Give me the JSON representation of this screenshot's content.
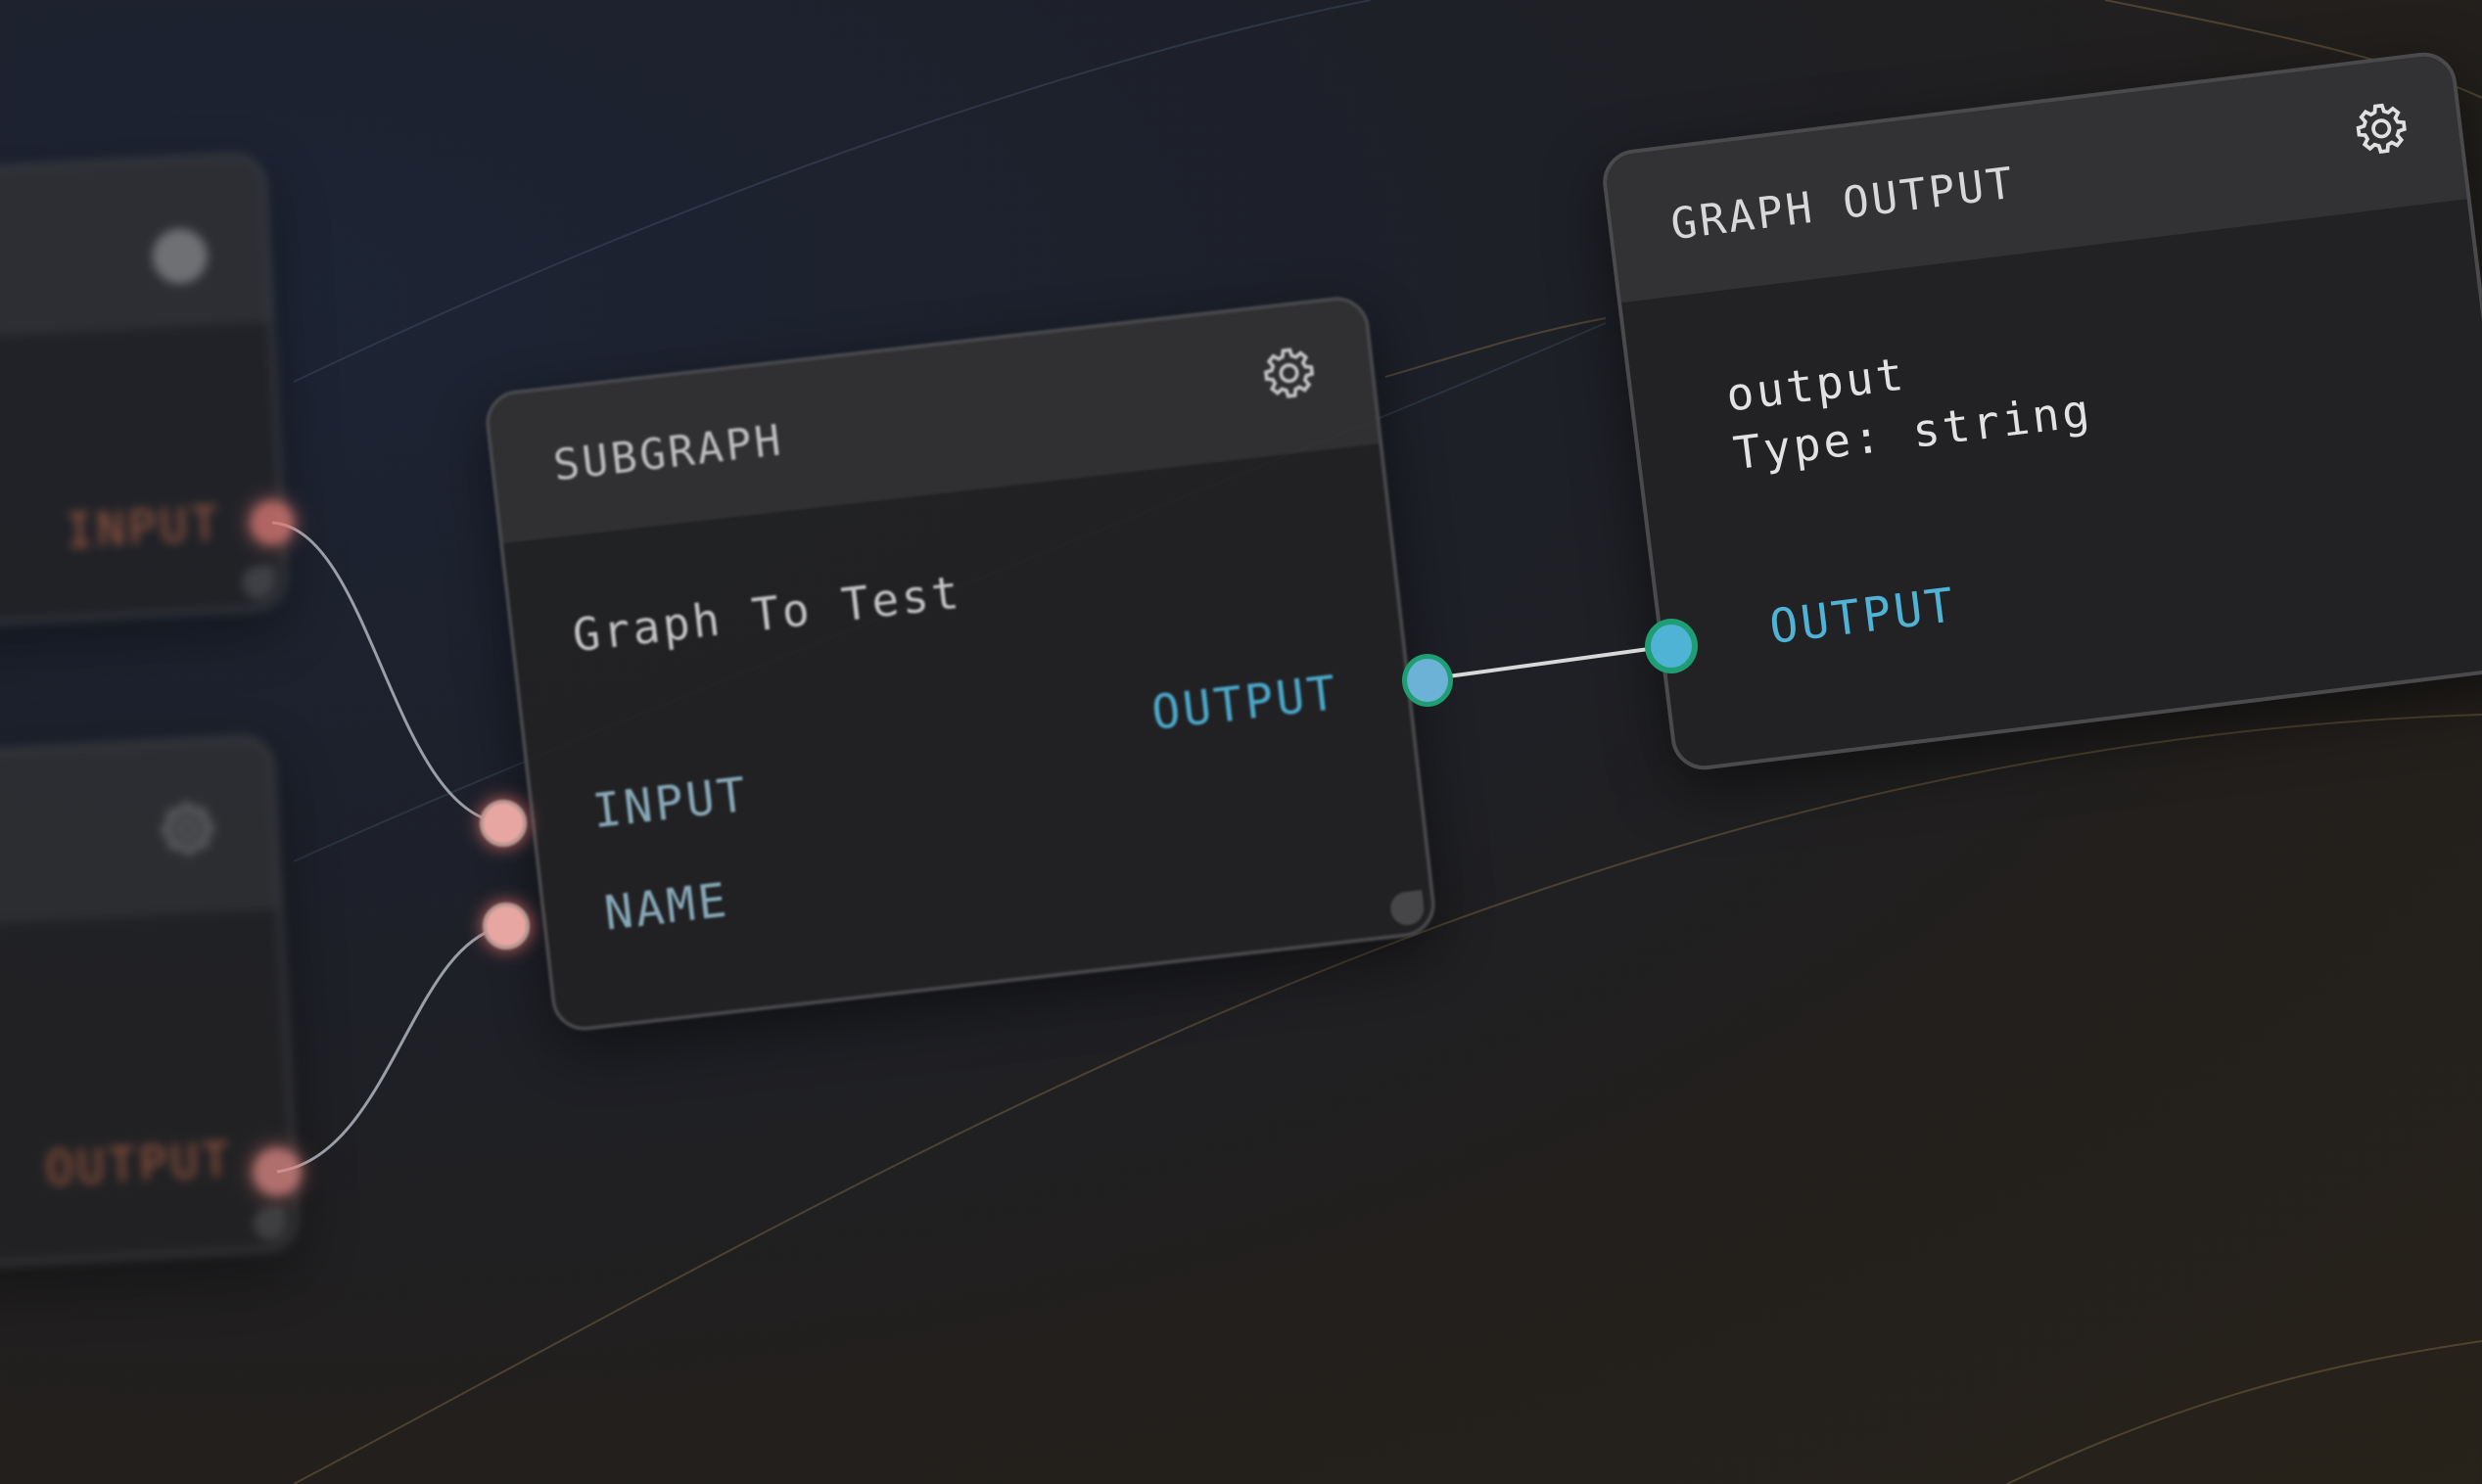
{
  "colors": {
    "input_port": "#e08a86",
    "output_port": "#5ab3d6",
    "output_port_ring": "#1f9e74",
    "input_label": "#8fb3c2",
    "output_label": "#4fb3d6",
    "blurred_label": "#c06a4a"
  },
  "left_nodes": [
    {
      "port_label": "INPUT",
      "icon": "gear-icon"
    },
    {
      "port_label": "OUTPUT",
      "icon": "gear-icon"
    }
  ],
  "subgraph_node": {
    "title": "SUBGRAPH",
    "icon": "gear-icon",
    "value": "Graph To Test",
    "inputs": [
      "INPUT",
      "NAME"
    ],
    "output": "OUTPUT"
  },
  "graph_output_node": {
    "title": "GRAPH OUTPUT",
    "icon": "gear-icon",
    "name": "output",
    "type_line": "Type: string",
    "input": "OUTPUT"
  }
}
